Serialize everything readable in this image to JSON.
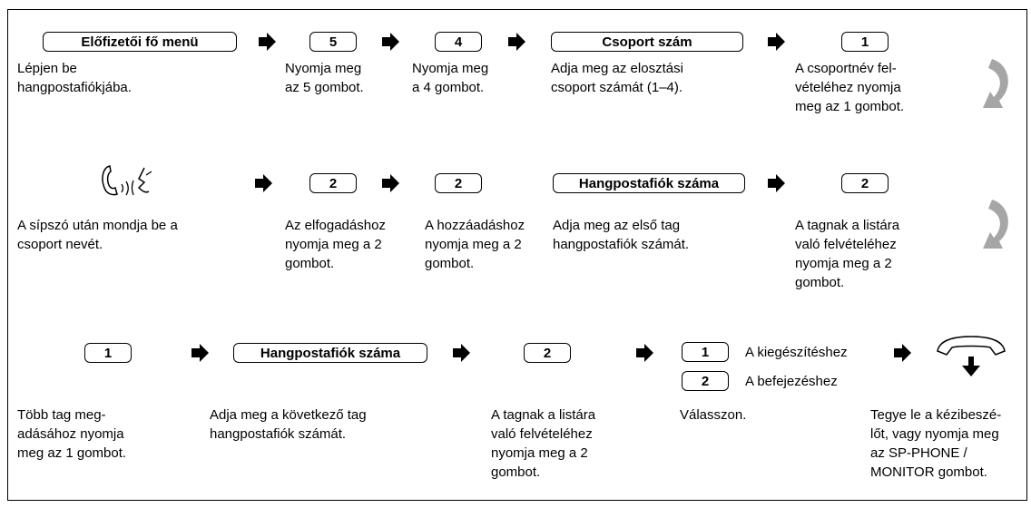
{
  "row1": {
    "box1": "Előfizetői fő menü",
    "key1": "5",
    "key2": "4",
    "box2": "Csoport szám",
    "key3": "1",
    "desc1": "Lépjen be\nhangpostafiókjába.",
    "desc2": "Nyomja meg\naz 5 gombot.",
    "desc3": "Nyomja meg\na 4 gombot.",
    "desc4": "Adja meg az elosztási\ncsoport számát (1–4).",
    "desc5": "A csoportnév fel-\nvételéhez nyomja\nmeg az 1 gombot."
  },
  "row2": {
    "key1": "2",
    "key2": "2",
    "box1": "Hangpostafiók száma",
    "key3": "2",
    "desc1": "A sípszó után mondja be a\ncsoport nevét.",
    "desc2": "Az elfogadáshoz\nnyomja meg a 2\ngombot.",
    "desc3": "A hozzáadáshoz\nnyomja meg a 2\ngombot.",
    "desc4": "Adja meg az első tag\nhangpostafiók számát.",
    "desc5": "A tagnak a listára\nvaló felvételéhez\nnyomja meg a 2\ngombot."
  },
  "row3": {
    "key1": "1",
    "box1": "Hangpostafiók száma",
    "key2": "2",
    "key3": "1",
    "key3_note": "A kiegészítéshez",
    "key4": "2",
    "key4_note": "A befejezéshez",
    "desc1": "Több tag meg-\nadásához nyomja\nmeg az 1 gombot.",
    "desc2": "Adja meg a következő tag\nhangpostafiók számát.",
    "desc3": "A tagnak a listára\nvaló felvételéhez\nnyomja meg a 2\ngombot.",
    "desc4": "Válasszon.",
    "desc5": "Tegye le a kézibeszé-\nlőt, vagy nyomja meg\naz SP-PHONE /\nMONITOR gombot."
  },
  "icons": {
    "arrow": "right-arrow-icon",
    "continue": "curved-continue-arrow-icon",
    "speak": "speaking-handset-icon",
    "hangup": "hang-up-handset-icon",
    "curve_color": "#a6a6a6"
  }
}
